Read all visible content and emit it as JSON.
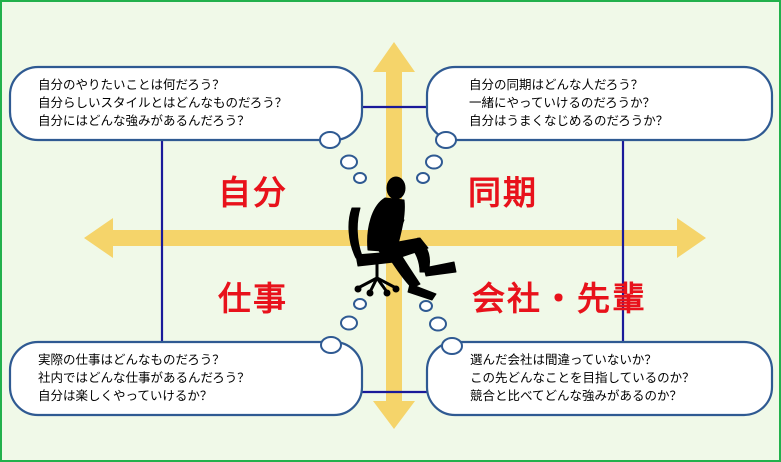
{
  "colors": {
    "background": "#f0f9e8",
    "frame": "#22b14c",
    "arrow": "#f5d46a",
    "line": "#1a1a9a",
    "bubble_border": "#2f5a92",
    "label": "#e8121b",
    "figure": "#000000"
  },
  "quadrants": {
    "self": "自分",
    "peers": "同期",
    "work": "仕事",
    "company": "会社・先輩"
  },
  "bubbles": {
    "top_left": [
      "自分のやりたいことは何だろう？",
      "自分らしいスタイルとはどんなものだろう？",
      "自分にはどんな強みがあるんだろう？"
    ],
    "top_right": [
      "自分の同期はどんな人だろう？",
      "一緒にやっていけるのだろうか？",
      "自分はうまくなじめるのだろうか？"
    ],
    "bottom_left": [
      "実際の仕事はどんなものだろう？",
      "社内ではどんな仕事があるんだろう？",
      "自分は楽しくやっていけるか？"
    ],
    "bottom_right": [
      "選んだ会社は間違っていないか？",
      "この先どんなことを目指しているのか？",
      "競合と比べてどんな強みがあるのか？"
    ]
  },
  "icons": {
    "figure": "thinking-person-on-chair-icon"
  }
}
